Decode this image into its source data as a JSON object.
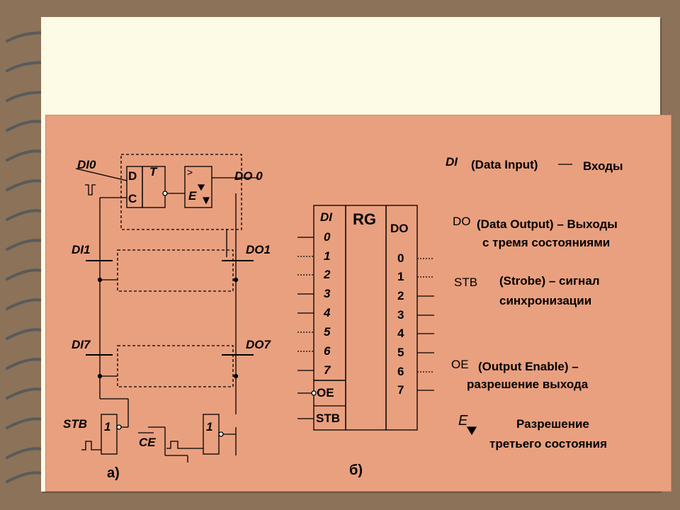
{
  "circuit_a": {
    "input_first": "DI0",
    "output_first": "DO 0",
    "input_second": "DI1",
    "output_second": "DO1",
    "input_last": "DI7",
    "output_last": "DO7",
    "trigger_d": "D",
    "trigger_c": "C",
    "trigger_t": "T",
    "buffer_gt": ">",
    "buffer_e": "E",
    "stb_label": "STB",
    "ce_label": "CE",
    "gate_one": "1",
    "caption": "а)"
  },
  "circuit_b": {
    "di_header": "DI",
    "rg_label": "RG",
    "do_header": "DO",
    "inputs": [
      "0",
      "1",
      "2",
      "3",
      "4",
      "5",
      "6",
      "7"
    ],
    "outputs": [
      "0",
      "1",
      "2",
      "3",
      "4",
      "5",
      "6",
      "7"
    ],
    "oe_pin": "OE",
    "stb_pin": "STB",
    "caption": "б)"
  },
  "legend": {
    "di_abbr": "DI",
    "di_text": "(Data Input)",
    "di_dash": "—",
    "di_desc": "Входы",
    "do_abbr": "DO",
    "do_text": "(Data Output) – Выходы",
    "do_text2": "с тремя состояниями",
    "stb_abbr": "STB",
    "stb_text": "(Strobe) – сигнал",
    "stb_text2": "синхронизации",
    "oe_abbr": "OE",
    "oe_text": "(Output Enable) –",
    "oe_text2": "разрешение выхода",
    "ev_abbr": "E",
    "ev_text": "Разрешение",
    "ev_text2": "третьего состояния"
  },
  "colors": {
    "background": "#8b7259",
    "page": "#fdfbe5",
    "slide": "#e9a07f",
    "ink": "#000000"
  }
}
